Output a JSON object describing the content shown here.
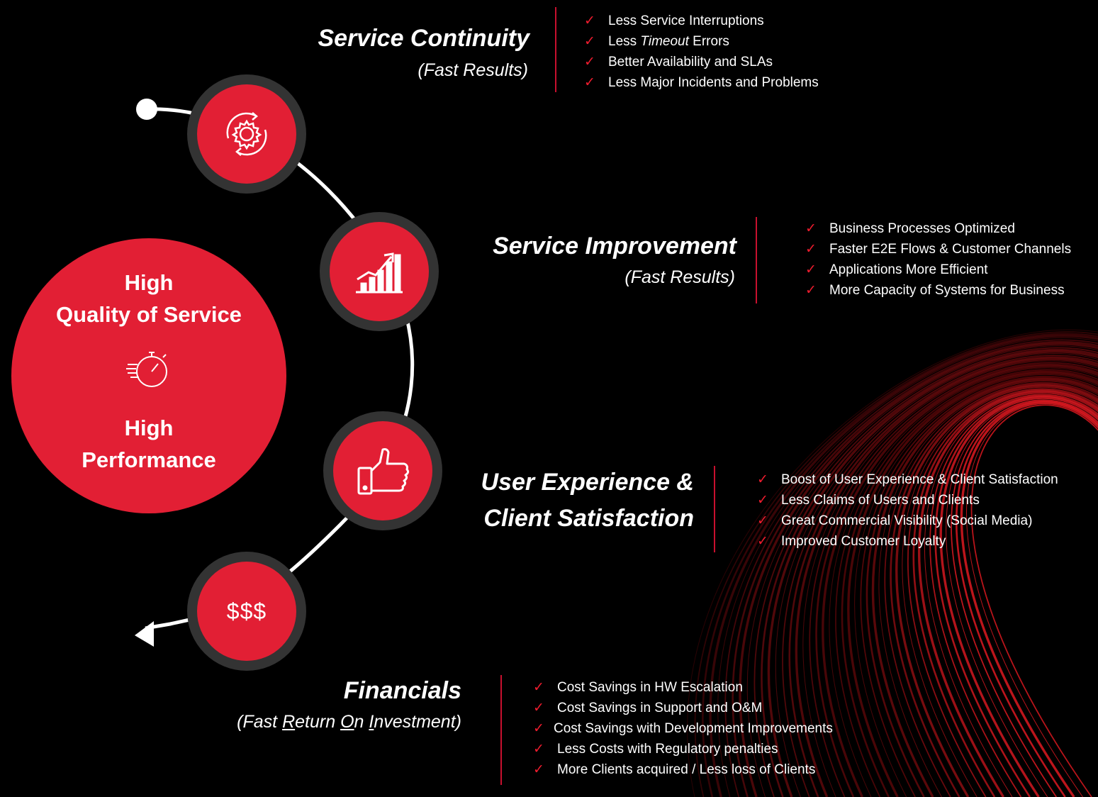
{
  "center": {
    "line1": "High",
    "line2": "Quality of Service",
    "line3": "High",
    "line4": "Performance",
    "icon": "stopwatch-icon"
  },
  "nodes": [
    {
      "icon": "gear-cycle-icon"
    },
    {
      "icon": "growth-chart-icon"
    },
    {
      "icon": "thumbs-up-icon"
    },
    {
      "text": "$$$"
    }
  ],
  "sections": {
    "continuity": {
      "title": "Service Continuity",
      "subtitle": "(Fast Results)",
      "items": [
        "Less Service Interruptions",
        "Less",
        "Timeout",
        "Errors",
        "Better Availability and SLAs",
        "Less Major Incidents and Problems"
      ]
    },
    "improvement": {
      "title": "Service Improvement",
      "subtitle": "(Fast Results)",
      "items": [
        "Business Processes Optimized",
        "Faster E2E Flows & Customer Channels",
        "Applications More Efficient",
        "More Capacity of Systems for Business"
      ]
    },
    "experience": {
      "title_line1": "User Experience &",
      "title_line2": "Client Satisfaction",
      "items": [
        "Boost of User Experience & Client Satisfaction",
        "Less Claims of Users and Clients",
        "Great Commercial Visibility (Social Media)",
        "Improved Customer Loyalty"
      ]
    },
    "financials": {
      "title": "Financials",
      "subtitle_parts": [
        "(Fast ",
        "R",
        "eturn ",
        "O",
        "n ",
        "I",
        "nvestment)"
      ],
      "items": [
        "Cost Savings in HW Escalation",
        "Cost Savings in Support and O&M",
        "Cost Savings with Development Improvements",
        "Less Costs with Regulatory penalties",
        "More Clients acquired / Less loss of Clients"
      ]
    }
  },
  "check_glyph": "✓",
  "colors": {
    "accent": "#e21f34",
    "ring": "#333333",
    "background": "#000000",
    "line": "#c8102e"
  }
}
